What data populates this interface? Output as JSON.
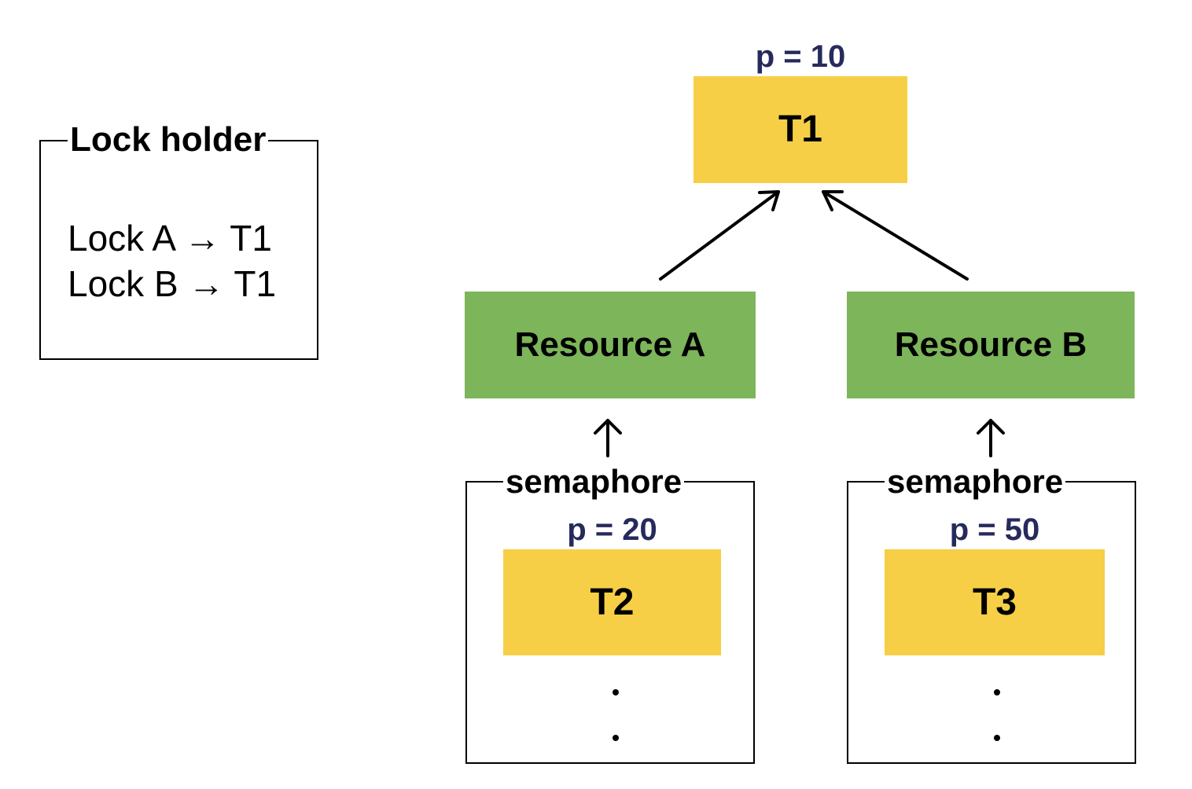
{
  "colors": {
    "task": "#f7cf46",
    "resource": "#7db55a",
    "priority_text": "#262a5c",
    "stroke": "#000000"
  },
  "legend": {
    "title": "Lock holder",
    "lines": [
      "Lock A → T1",
      "Lock B → T1"
    ]
  },
  "tasks": {
    "t1": {
      "label": "T1",
      "priority": "p = 10"
    },
    "t2": {
      "label": "T2",
      "priority": "p = 20"
    },
    "t3": {
      "label": "T3",
      "priority": "p = 50"
    }
  },
  "resources": {
    "a": {
      "label": "Resource A"
    },
    "b": {
      "label": "Resource B"
    }
  },
  "semaphores": {
    "a": {
      "label": "semaphore"
    },
    "b": {
      "label": "semaphore"
    }
  }
}
